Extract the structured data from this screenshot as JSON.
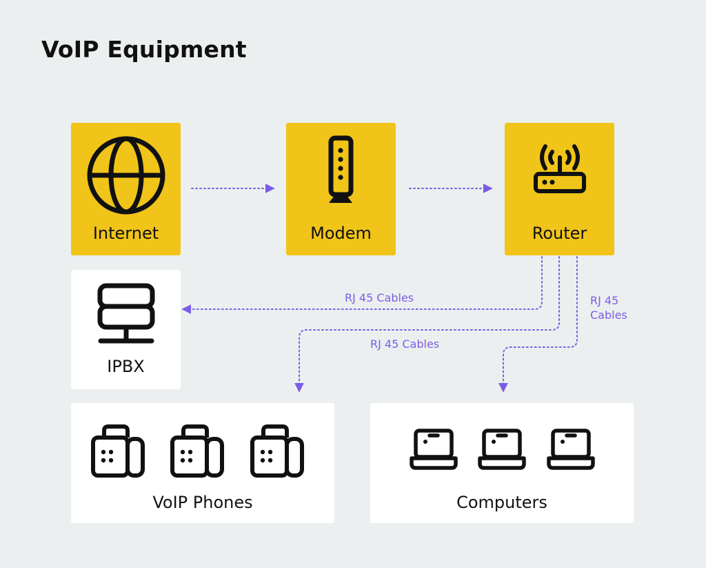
{
  "title": "VoIP Equipment",
  "nodes": {
    "internet": {
      "label": "Internet",
      "icon": "globe-icon"
    },
    "modem": {
      "label": "Modem",
      "icon": "modem-icon"
    },
    "router": {
      "label": "Router",
      "icon": "router-icon"
    },
    "ipbx": {
      "label": "IPBX",
      "icon": "server-icon"
    },
    "phones": {
      "label": "VoIP Phones",
      "icon": "desk-phone-icon"
    },
    "computers": {
      "label": "Computers",
      "icon": "laptop-icon"
    }
  },
  "cables": {
    "to_ipbx": "RJ 45 Cables",
    "to_phones": "RJ 45 Cables",
    "to_computers_line1": "RJ 45",
    "to_computers_line2": "Cables"
  },
  "colors": {
    "background": "#ecefef",
    "accent_yellow": "#f0c419",
    "connector": "#7b5ce6",
    "icon": "#111111"
  }
}
